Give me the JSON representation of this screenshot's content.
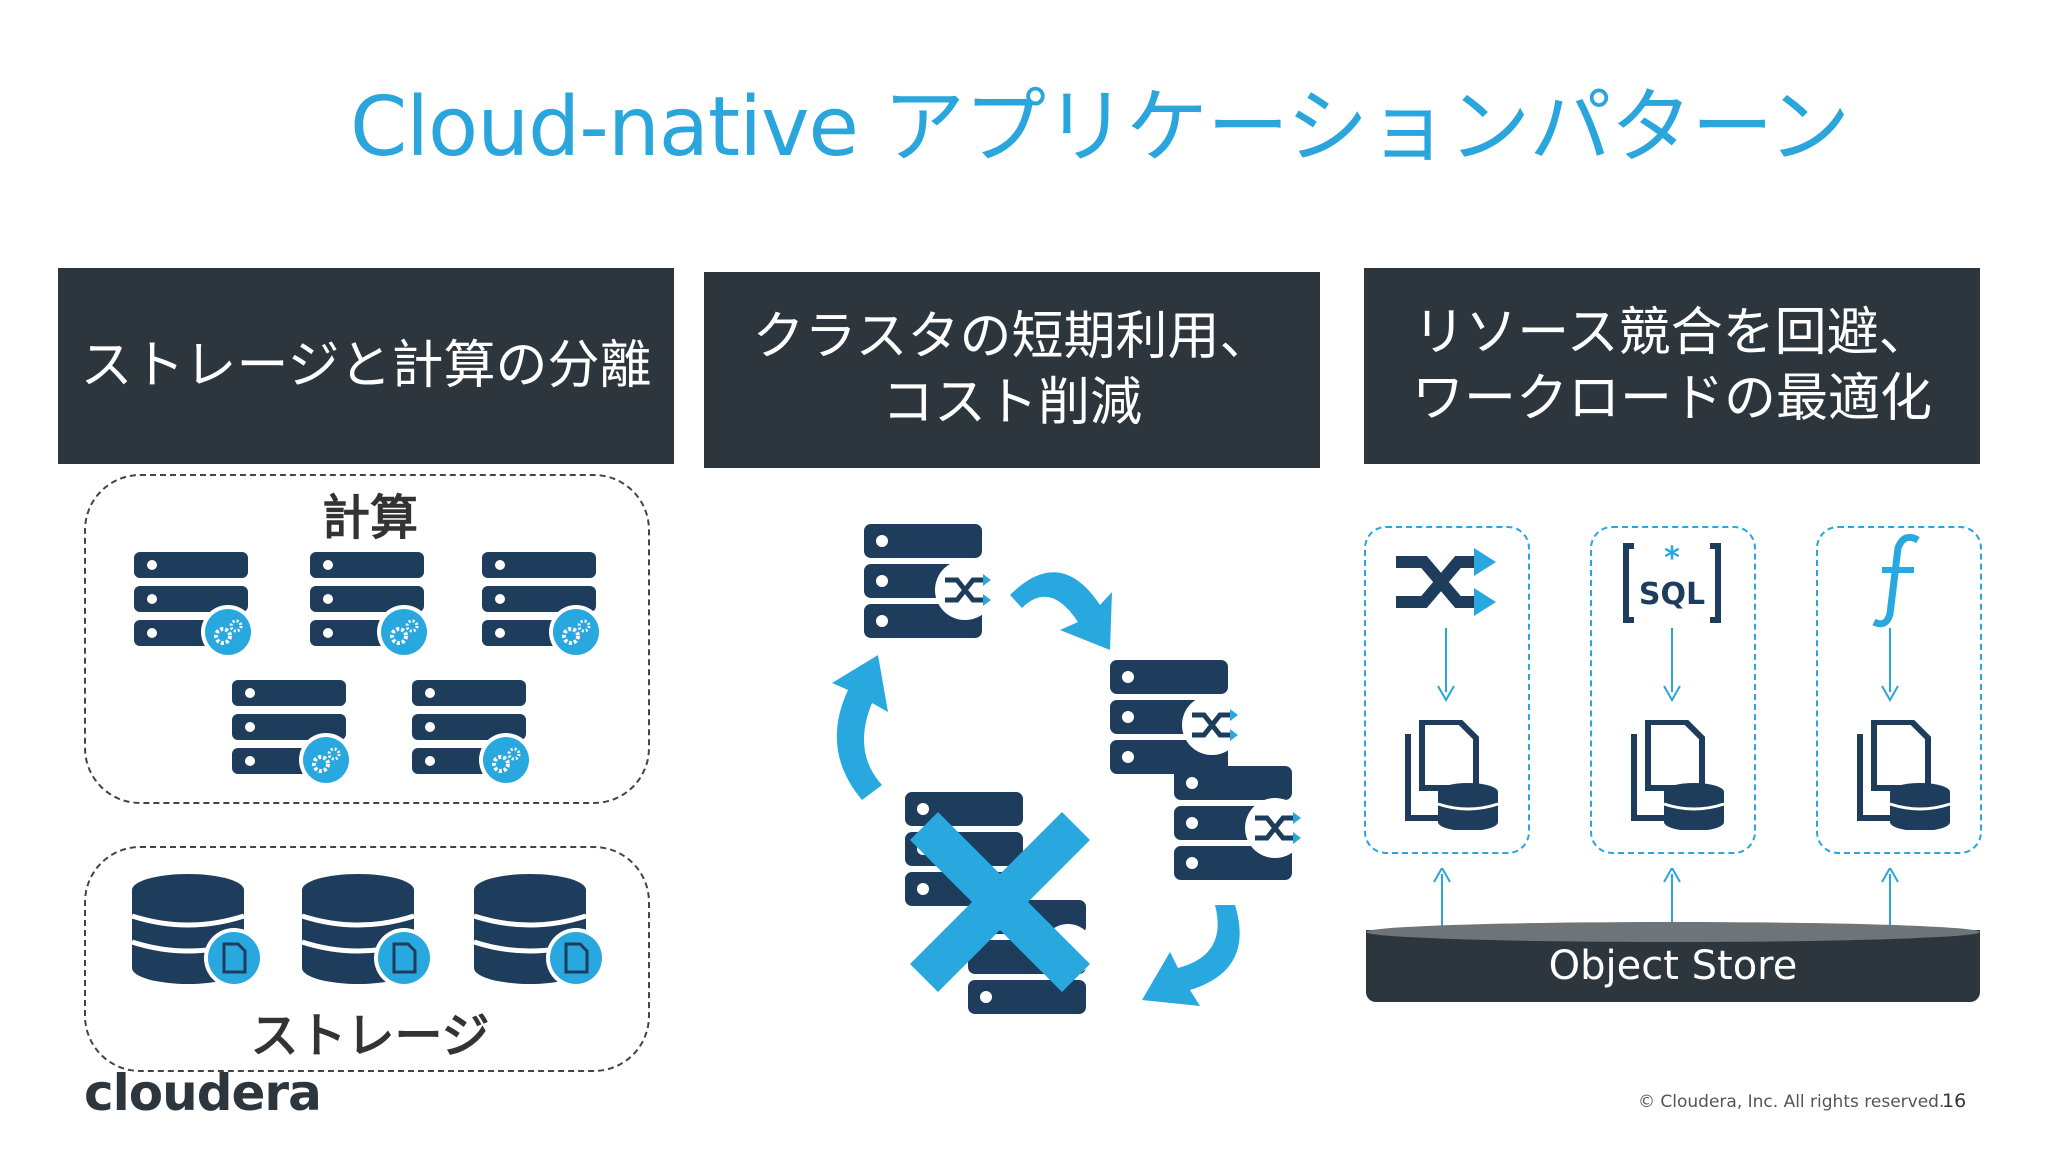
{
  "slide": {
    "title": "Cloud-native アプリケーションパターン",
    "page_number": "16",
    "copyright": "© Cloudera, Inc. All rights reserved.",
    "logo_text": "cloudera"
  },
  "columns": [
    {
      "header_lines": [
        "ストレージと計算の分離"
      ]
    },
    {
      "header_lines": [
        "クラスタの短期利用、",
        "コスト削減"
      ]
    },
    {
      "header_lines": [
        "リソース競合を回避、",
        "ワークロードの最適化"
      ]
    }
  ],
  "groups": {
    "compute_label": "計算",
    "storage_label": "ストレージ"
  },
  "object_store": {
    "label": "Object Store"
  },
  "workload_icons": [
    "shuffle-icon",
    "sql-icon",
    "function-icon"
  ],
  "colors": {
    "accent": "#2aa6dd",
    "dark": "#2d363d",
    "navy": "#1e3d5c"
  }
}
